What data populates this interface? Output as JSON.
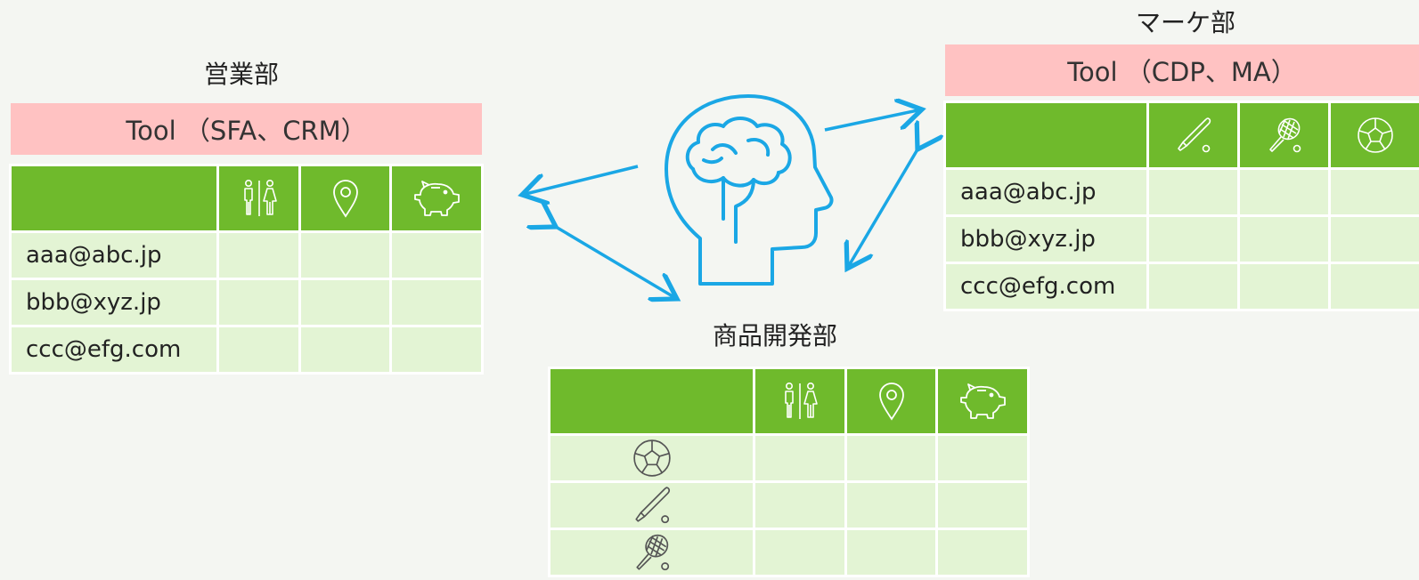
{
  "sales": {
    "title": "営業部",
    "tool": "Tool （SFA、CRM）",
    "header_icons": [
      "restroom-icon",
      "map-pin-icon",
      "piggy-bank-icon"
    ],
    "rows": [
      "aaa@abc.jp",
      "bbb@xyz.jp",
      "ccc@efg.com"
    ]
  },
  "marketing": {
    "title": "マーケ部",
    "tool": "Tool （CDP、MA）",
    "header_icons": [
      "baseball-icon",
      "tennis-icon",
      "soccer-ball-icon"
    ],
    "rows": [
      "aaa@abc.jp",
      "bbb@xyz.jp",
      "ccc@efg.com"
    ]
  },
  "product": {
    "title": "商品開発部",
    "header_icons": [
      "restroom-icon",
      "map-pin-icon",
      "piggy-bank-icon"
    ],
    "row_icons": [
      "soccer-ball-icon",
      "baseball-icon",
      "tennis-icon"
    ]
  },
  "center_icon": "brain-head-icon",
  "colors": {
    "header_green": "#6fba2c",
    "cell_green": "#e3f4d4",
    "tool_pink": "#ffc2c2",
    "arrow_blue": "#1aa7e5"
  }
}
